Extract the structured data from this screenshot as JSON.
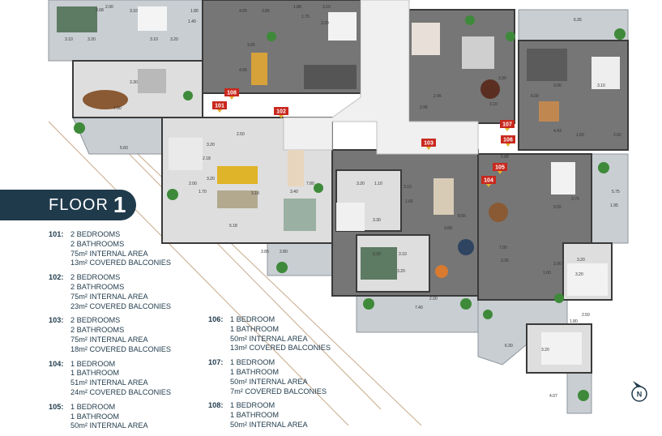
{
  "floor": {
    "label": "FLOOR",
    "number": "1"
  },
  "unit_tags": [
    "101",
    "102",
    "103",
    "104",
    "105",
    "106",
    "107",
    "108"
  ],
  "dimensions": [
    "3.10",
    "3.20",
    "3.10",
    "3.20",
    "1.80",
    "1.40",
    "4.05",
    "2.85",
    "1.88",
    "1.75",
    "3.10",
    "3.20",
    "3.65",
    "4.95",
    "3.10",
    "3.68",
    "2.00",
    "3.30",
    "7.90",
    "5.60",
    "3.20",
    "2.50",
    "2.18",
    "3.20",
    "3.18",
    "3.40",
    "7.80",
    "5.18",
    "3.85",
    "2.80",
    "2.00",
    "1.70",
    "3.20",
    "1.10",
    "3.10",
    "1.65",
    "3.30",
    "3.10",
    "3.10",
    "3.20",
    "2.00",
    "7.40",
    "3.68",
    "8.55",
    "2.45",
    "2.95",
    "3.10",
    "3.30",
    "5.88",
    "6.35",
    "3.00",
    "3.10",
    "6.00",
    "4.43",
    "1.60",
    "2.50",
    "5.75",
    "1.95",
    "5.55",
    "3.75",
    "7.00",
    "3.35",
    "2.00",
    "3.20",
    "1.60",
    "3.20",
    "2.50",
    "1.80",
    "6.30",
    "3.20",
    "4.07"
  ],
  "legend": [
    {
      "code": "101:",
      "lines": [
        "2 BEDROOMS",
        "2 BATHROOMS",
        "75m² INTERNAL AREA",
        "13m² COVERED BALCONIES"
      ]
    },
    {
      "code": "102:",
      "lines": [
        "2 BEDROOMS",
        "2 BATHROOMS",
        "75m² INTERNAL AREA",
        "23m² COVERED BALCONIES"
      ]
    },
    {
      "code": "103:",
      "lines": [
        "2 BEDROOMS",
        "2 BATHROOMS",
        "75m² INTERNAL AREA",
        "18m² COVERED BALCONIES"
      ]
    },
    {
      "code": "104:",
      "lines": [
        "1 BEDROOM",
        "1 BATHROOM",
        "51m² INTERNAL AREA",
        "24m² COVERED BALCONIES"
      ]
    },
    {
      "code": "105:",
      "lines": [
        "1 BEDROOM",
        "1 BATHROOM",
        "50m² INTERNAL AREA"
      ]
    },
    {
      "code": "106:",
      "lines": [
        "1 BEDROOM",
        "1 BATHROOM",
        "50m² INTERNAL AREA",
        "13m² COVERED BALCONIES"
      ]
    },
    {
      "code": "107:",
      "lines": [
        "1 BEDROOM",
        "1 BATHROOM",
        "50m² INTERNAL AREA",
        "7m² COVERED BALCONIES"
      ]
    },
    {
      "code": "108:",
      "lines": [
        "1 BEDROOM",
        "1 BATHROOM",
        "50m² INTERNAL AREA"
      ]
    }
  ],
  "north_label": "N",
  "colors": {
    "navy": "#1f3a4b",
    "tag": "#c8281e",
    "wall": "#3a3a3a",
    "floor_dark": "#6f6f6f",
    "floor_light": "#d8d8d8",
    "terrace": "#c9ced2"
  }
}
